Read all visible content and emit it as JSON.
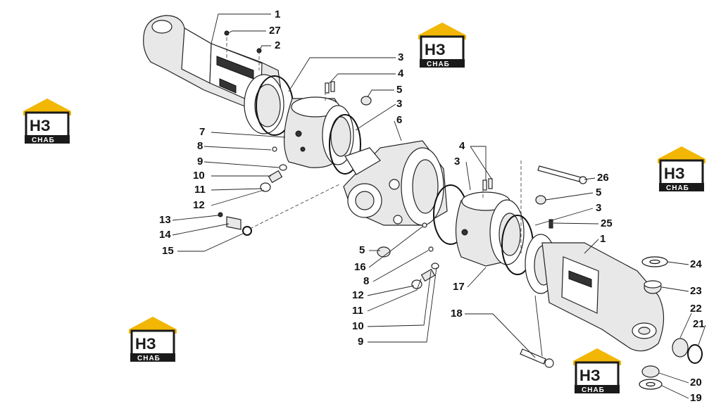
{
  "diagram": {
    "callouts": [
      "1",
      "27",
      "2",
      "3",
      "4",
      "5",
      "3",
      "6",
      "7",
      "8",
      "9",
      "10",
      "11",
      "12",
      "13",
      "14",
      "15",
      "4",
      "3",
      "26",
      "5",
      "3",
      "25",
      "1",
      "5",
      "16",
      "8",
      "12",
      "11",
      "10",
      "9",
      "17",
      "18",
      "24",
      "23",
      "22",
      "21",
      "20",
      "19"
    ]
  },
  "watermarks": [
    {
      "logo_text": "НЗ",
      "logo_subtext": "СНАБ"
    },
    {
      "logo_text": "НЗ",
      "logo_subtext": "СНАБ"
    },
    {
      "logo_text": "НЗ",
      "logo_subtext": "СНАБ"
    },
    {
      "logo_text": "НЗ",
      "logo_subtext": "СНАБ"
    },
    {
      "logo_text": "НЗ",
      "logo_subtext": "СНАБ"
    }
  ]
}
